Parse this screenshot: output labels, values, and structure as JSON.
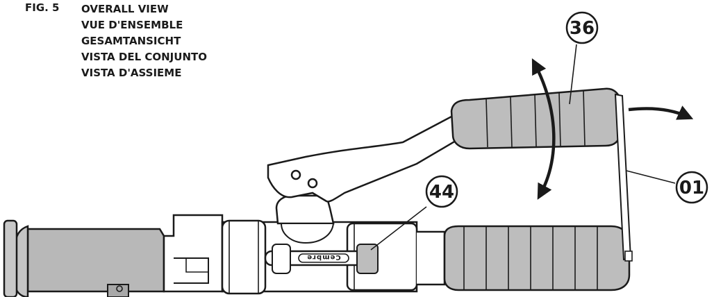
{
  "figure": {
    "number_label": "FIG. 5",
    "titles": [
      "OVERALL VIEW",
      "VUE D'ENSEMBLE",
      "GESAMTANSICHT",
      "VISTA DEL CONJUNTO",
      "VISTA D'ASSIEME"
    ]
  },
  "callouts": {
    "handle": "36",
    "pin": "44",
    "strap": "01"
  },
  "brand": "Cembre",
  "colors": {
    "body_gray": "#b8b8b8",
    "handle_gray": "#bdbdbd",
    "line": "#1a1a1a",
    "background": "#ffffff"
  }
}
